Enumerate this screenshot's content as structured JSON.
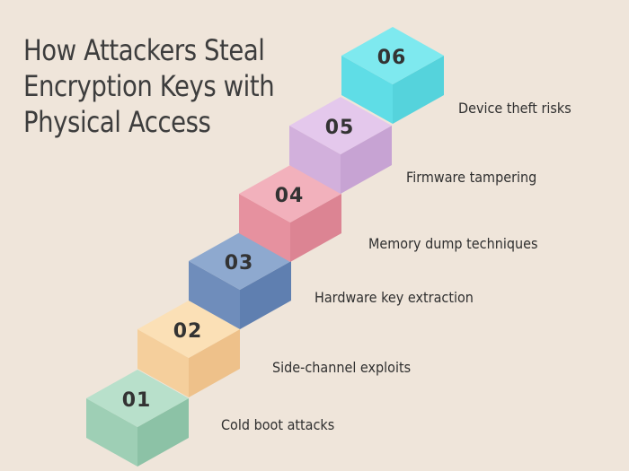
{
  "title_lines": [
    "How Attackers Steal",
    "Encryption Keys with",
    "Physical Access"
  ],
  "steps": [
    {
      "number": "01",
      "label": "Cold boot attacks",
      "top": "#b8e0cb",
      "left": "#9ecfb5",
      "right": "#8cc2a6"
    },
    {
      "number": "02",
      "label": "Side-channel exploits",
      "top": "#fbe0b6",
      "left": "#f5cf9c",
      "right": "#eec18a"
    },
    {
      "number": "03",
      "label": "Hardware key extraction",
      "top": "#8ea9cf",
      "left": "#6f8dbb",
      "right": "#5f7fb0"
    },
    {
      "number": "04",
      "label": "Memory dump techniques",
      "top": "#f2b1bc",
      "left": "#e6919f",
      "right": "#dc8493"
    },
    {
      "number": "05",
      "label": "Firmware tampering",
      "top": "#e4c8ec",
      "left": "#d2b0dc",
      "right": "#c7a3d3"
    },
    {
      "number": "06",
      "label": "Device theft risks",
      "top": "#7ee9ef",
      "left": "#5fdde6",
      "right": "#55d3dc"
    }
  ]
}
